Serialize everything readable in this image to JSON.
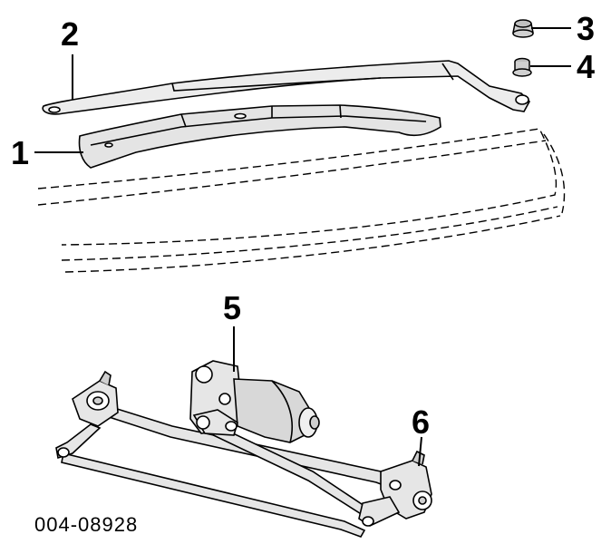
{
  "callouts": {
    "c1": "1",
    "c2": "2",
    "c3": "3",
    "c4": "4",
    "c5": "5",
    "c6": "6"
  },
  "figure_code": "004-08928",
  "colors": {
    "ink": "#000000",
    "paper": "#ffffff",
    "part_fill": "#e9e9e9",
    "part_shade": "#cfcfcf"
  }
}
